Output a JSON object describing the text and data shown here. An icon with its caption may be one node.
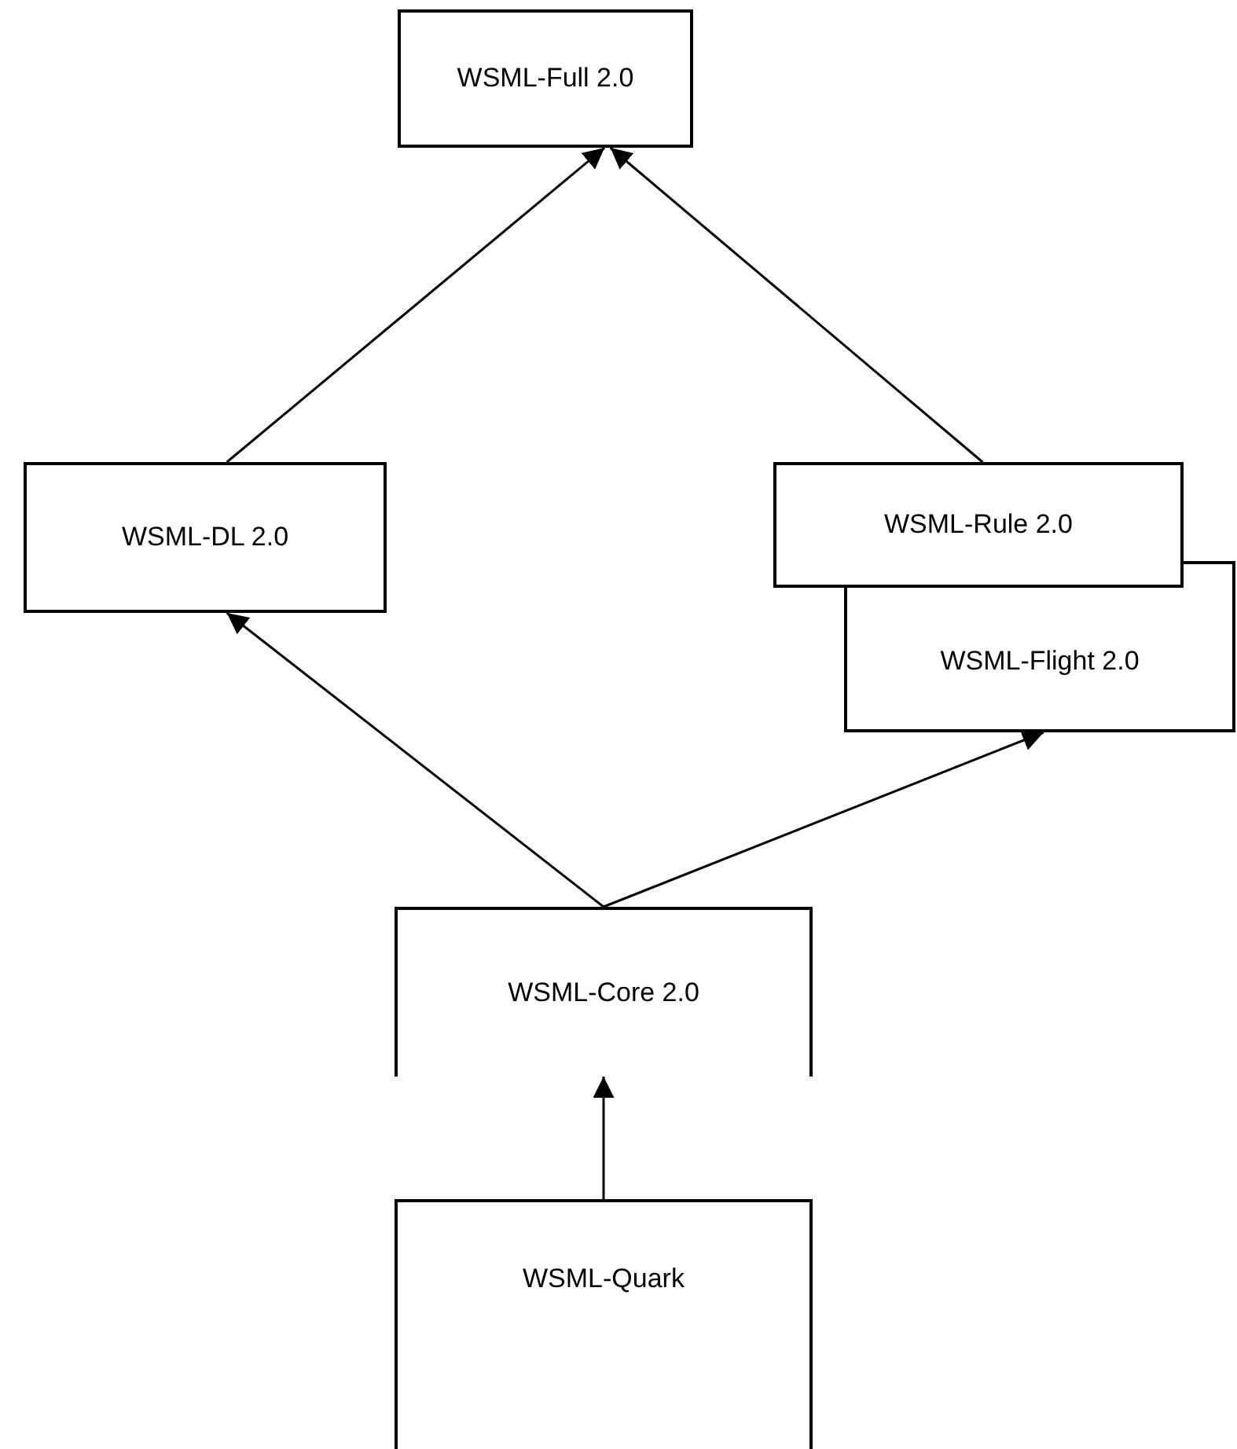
{
  "diagram": {
    "nodes": [
      {
        "text": [
          "WSML-Full 2.0"
        ]
      },
      {
        "text": [
          "WSML-DL 2.0"
        ]
      },
      {
        "text": [
          "WSML-Rule 2.0"
        ]
      },
      {
        "text": [
          "WSML-Flight 2.0"
        ]
      },
      {
        "text": [
          "WSML-Core 2.0"
        ]
      },
      {
        "text": [
          "WSML-Quark"
        ]
      }
    ],
    "edges": [
      {
        "from": 1,
        "to": 0,
        "arrow": "to"
      },
      {
        "from": 2,
        "to": 0,
        "arrow": "to"
      },
      {
        "from": 4,
        "to": 1,
        "arrow": "to"
      },
      {
        "from": 4,
        "to": 3,
        "arrow": "to"
      },
      {
        "from": 5,
        "to": 4,
        "arrow": "to"
      }
    ]
  }
}
